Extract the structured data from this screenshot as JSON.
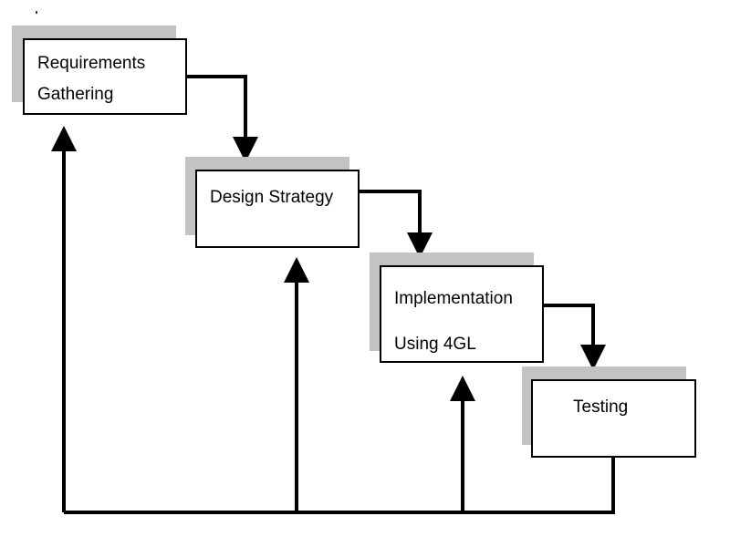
{
  "colors": {
    "box_border": "#000000",
    "box_fill": "#ffffff",
    "shadow": "#c3c3c3",
    "connector": "#000000"
  },
  "stages": [
    {
      "id": "requirements-gathering",
      "lines": [
        "Requirements",
        "Gathering"
      ]
    },
    {
      "id": "design-strategy",
      "lines": [
        "Design Strategy"
      ]
    },
    {
      "id": "implementation",
      "lines": [
        "Implementation",
        "Using 4GL"
      ]
    },
    {
      "id": "testing",
      "lines": [
        "Testing"
      ]
    }
  ],
  "connections": [
    {
      "from": "requirements-gathering",
      "to": "design-strategy",
      "kind": "forward"
    },
    {
      "from": "design-strategy",
      "to": "implementation",
      "kind": "forward"
    },
    {
      "from": "implementation",
      "to": "testing",
      "kind": "forward"
    },
    {
      "from": "testing",
      "to": "requirements-gathering",
      "kind": "feedback"
    },
    {
      "from": "testing",
      "to": "design-strategy",
      "kind": "feedback"
    },
    {
      "from": "testing",
      "to": "implementation",
      "kind": "feedback"
    }
  ]
}
